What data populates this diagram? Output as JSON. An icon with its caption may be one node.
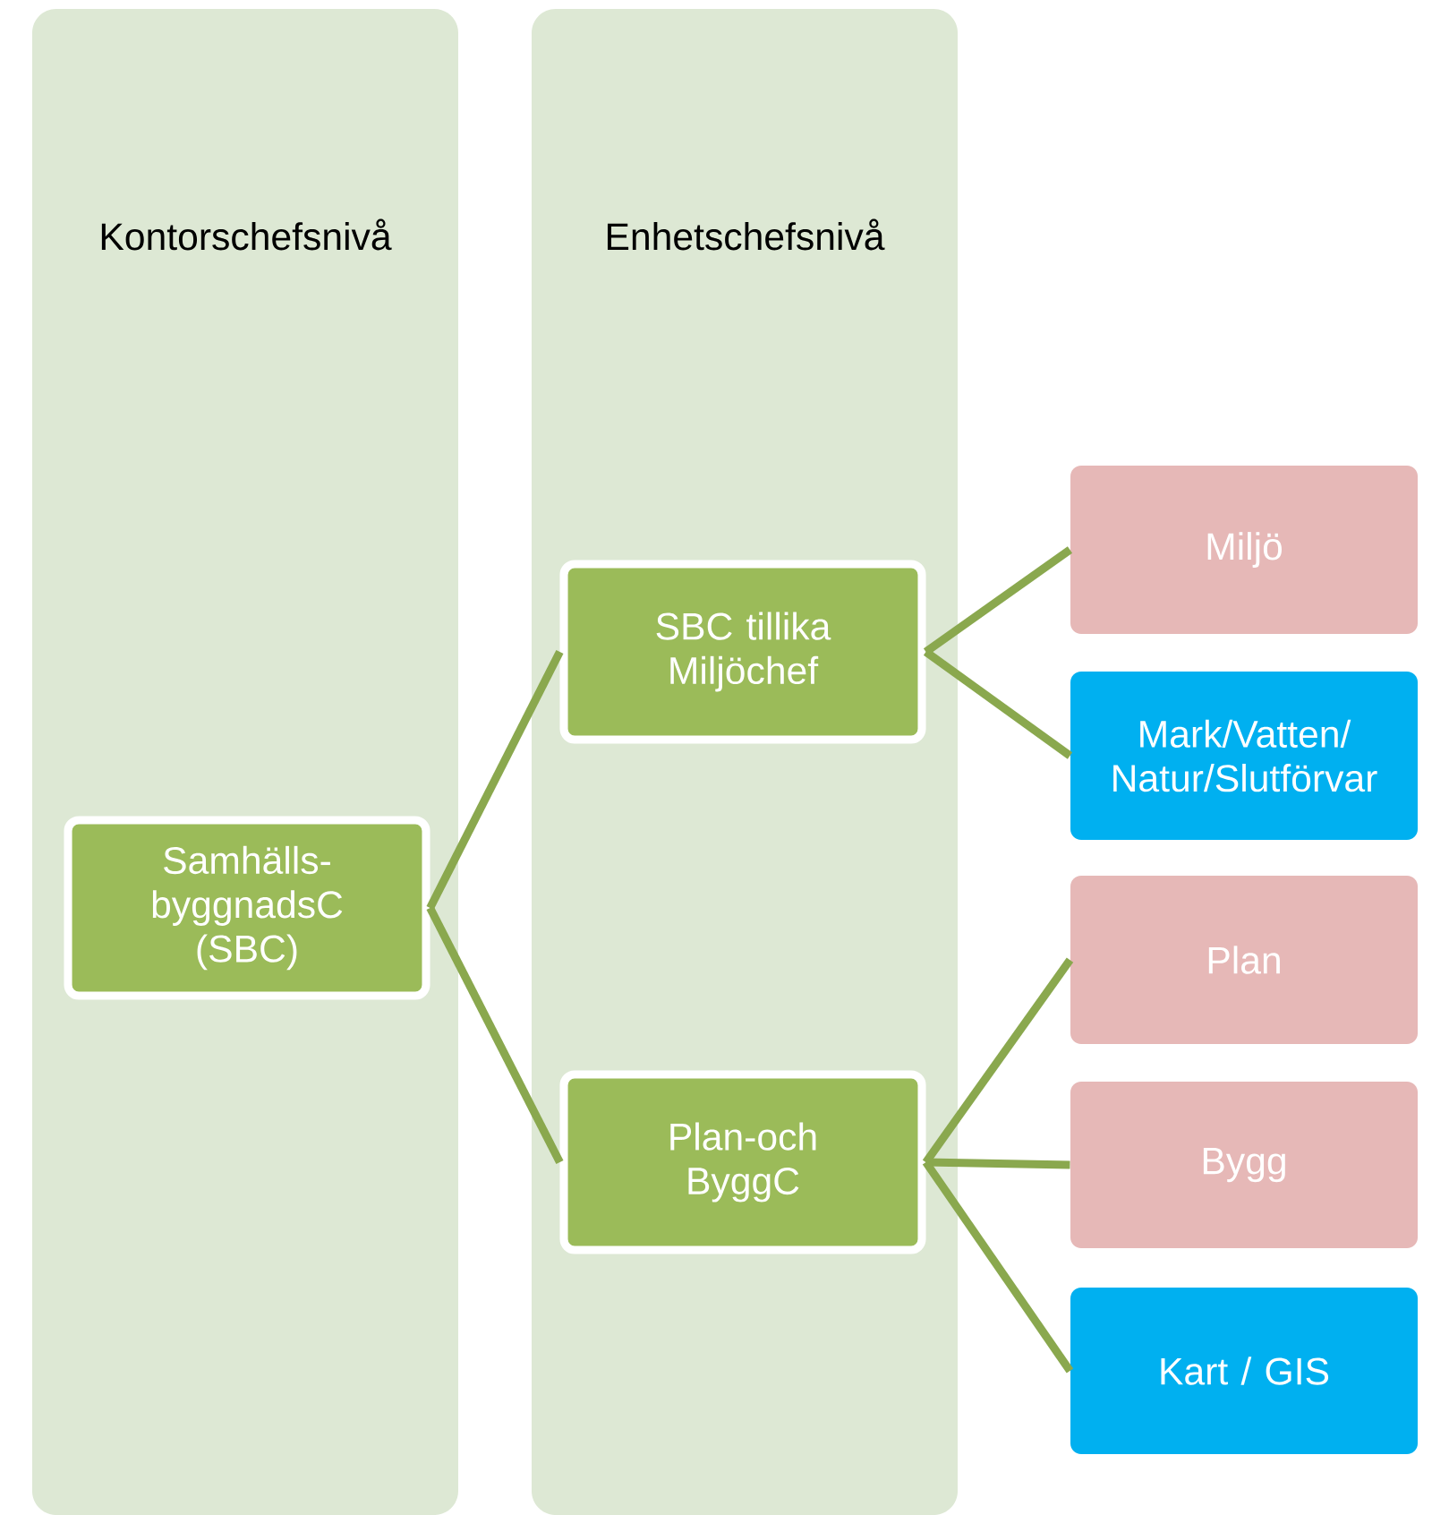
{
  "diagram": {
    "nodes": [
      {
        "text": [
          "Kontorschefsnivå"
        ]
      },
      {
        "text": [
          "Enhetschefsnivå"
        ]
      },
      {
        "text": [
          "Samhälls- byggnadsC (SBC)"
        ],
        "in": 0
      },
      {
        "text": [
          "SBC tillika Miljöchef"
        ],
        "in": 1
      },
      {
        "text": [
          "Plan-och ByggC"
        ],
        "in": 1
      },
      {
        "text": [
          "Miljö"
        ]
      },
      {
        "text": [
          "Mark/Vatten/ Natur/Slutförvar"
        ]
      },
      {
        "text": [
          "Plan"
        ]
      },
      {
        "text": [
          "Bygg"
        ]
      },
      {
        "text": [
          "Kart / GIS"
        ]
      }
    ],
    "edges": [
      {
        "from": 2,
        "to": 3,
        "arrow": "none"
      },
      {
        "from": 2,
        "to": 4,
        "arrow": "none"
      },
      {
        "from": 3,
        "to": 5,
        "arrow": "none"
      },
      {
        "from": 3,
        "to": 6,
        "arrow": "none"
      },
      {
        "from": 4,
        "to": 7,
        "arrow": "none"
      },
      {
        "from": 4,
        "to": 8,
        "arrow": "none"
      },
      {
        "from": 4,
        "to": 9,
        "arrow": "none"
      }
    ]
  }
}
